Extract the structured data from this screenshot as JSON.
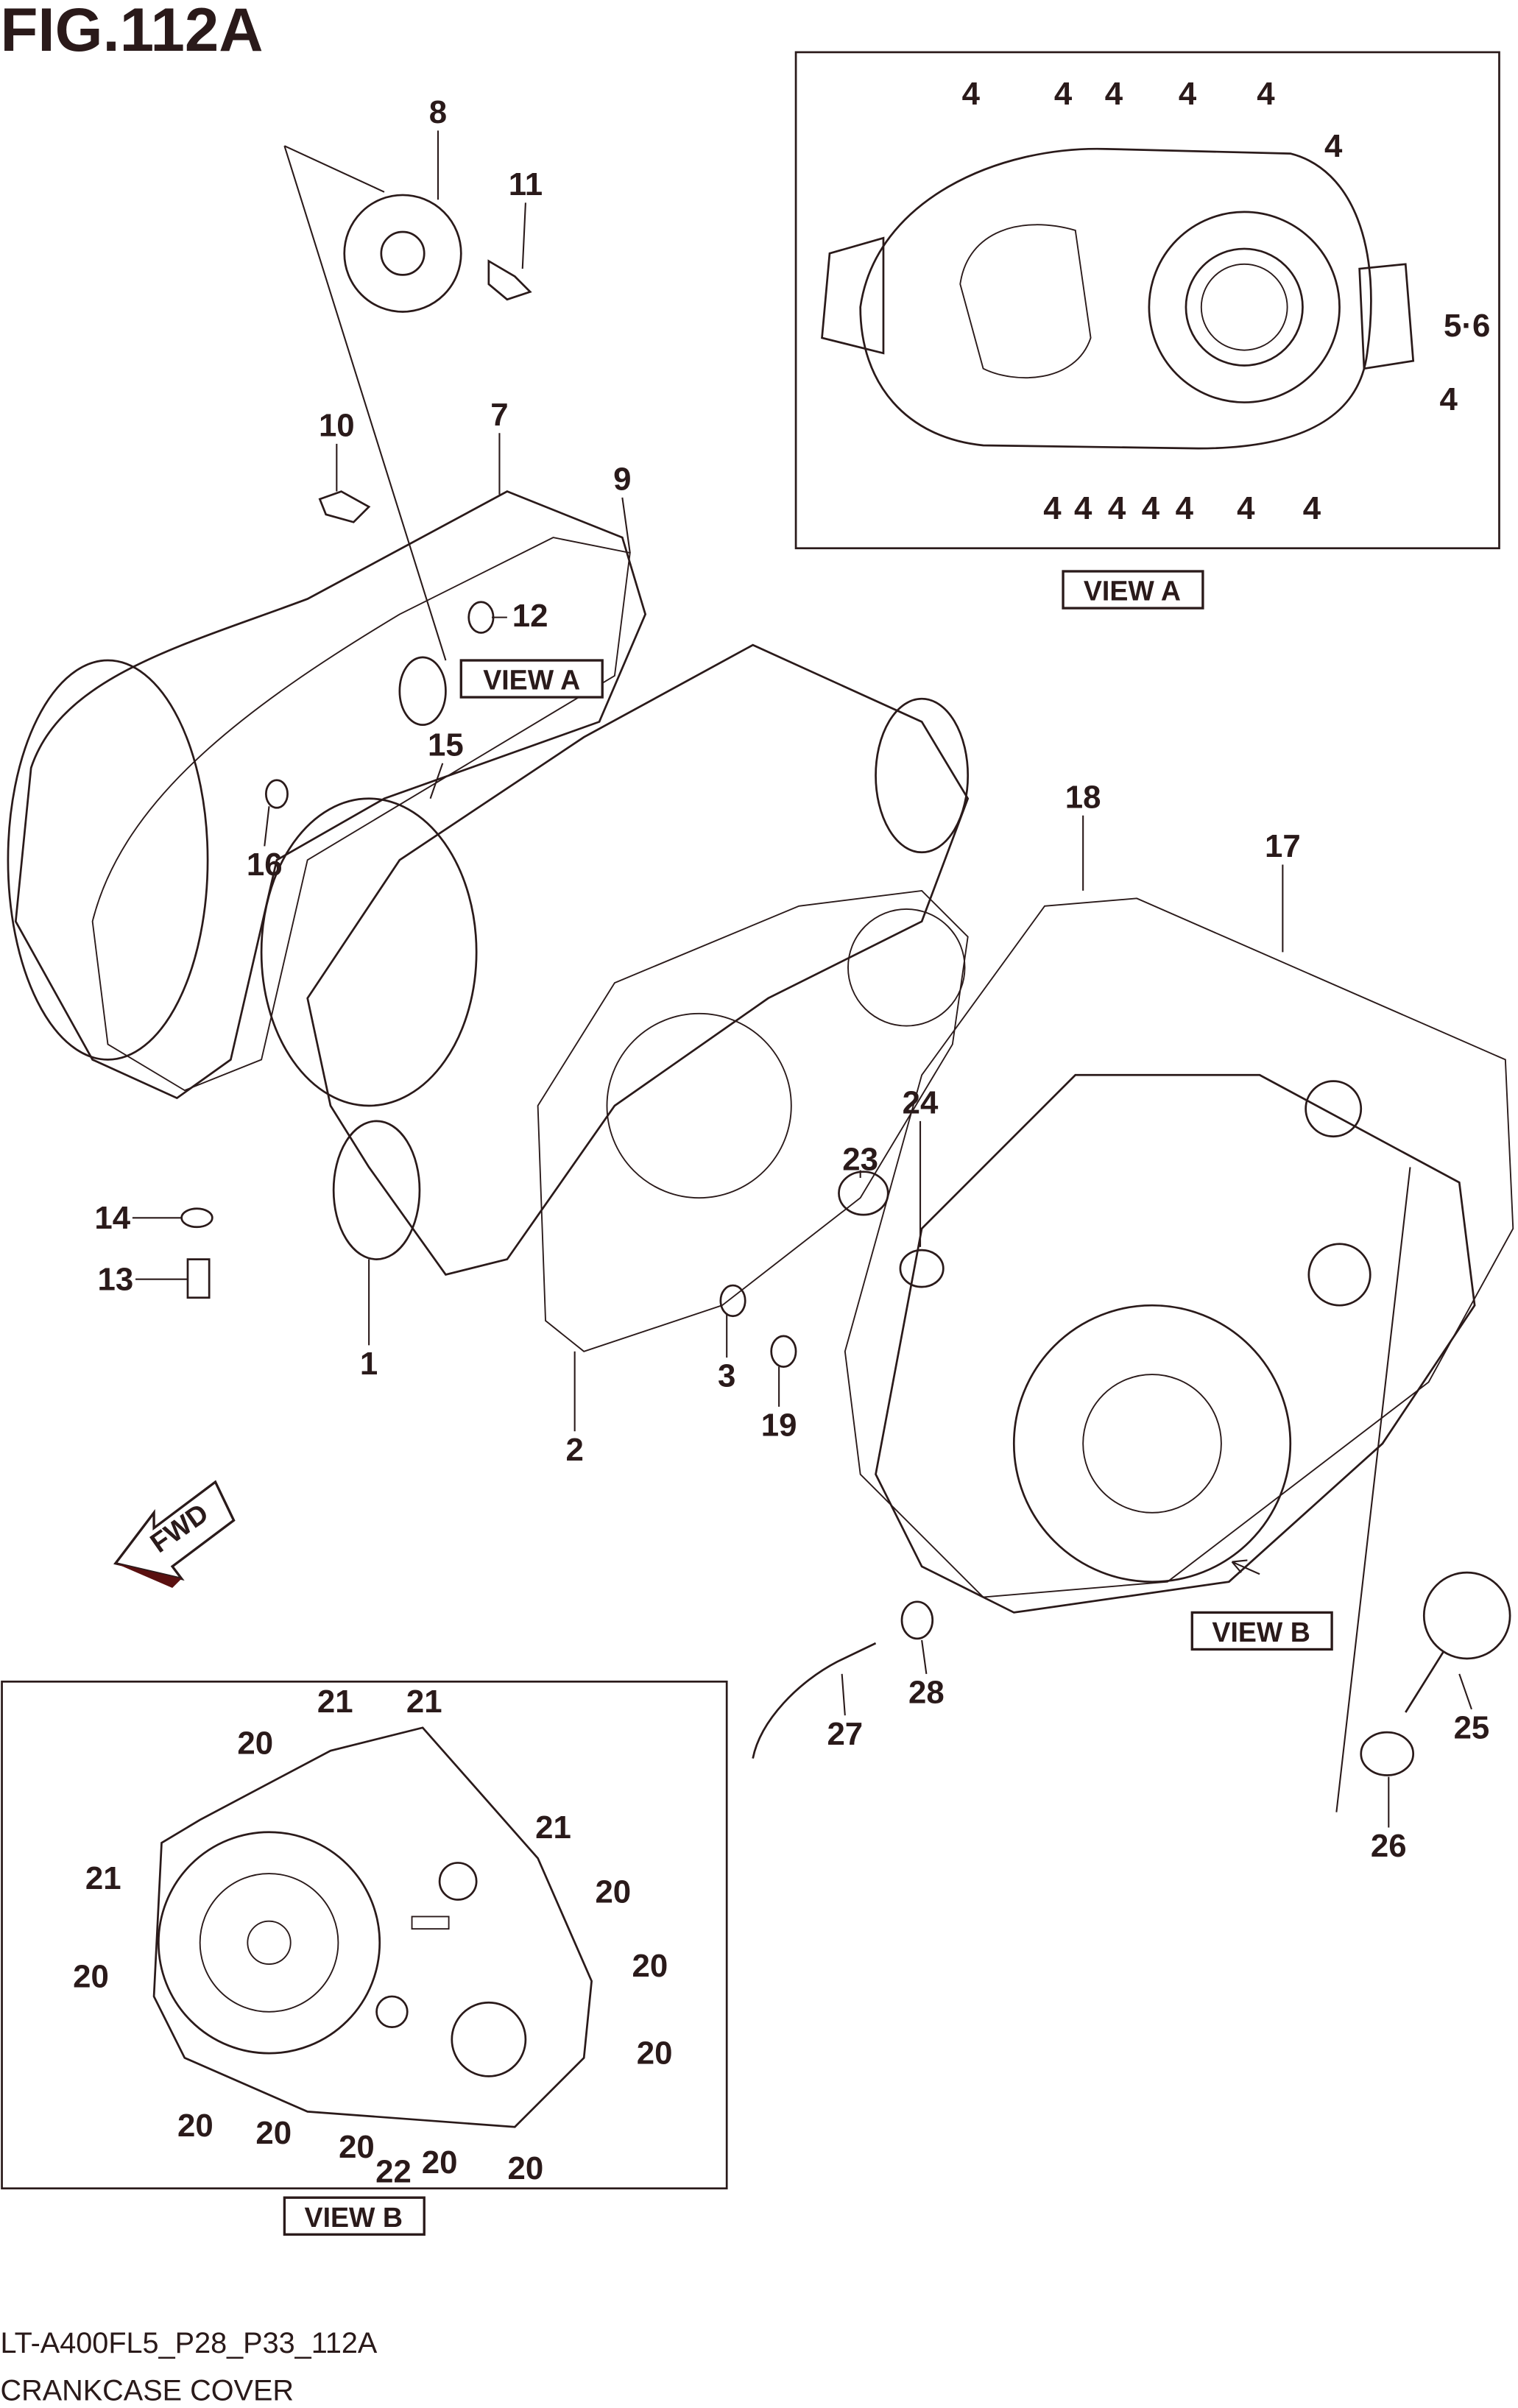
{
  "figure": {
    "title": "FIG.112A",
    "code": "LT-A400FL5_P28_P33_112A",
    "caption": "CRANKCASE COVER"
  },
  "view_labels": {
    "view_a_main": "VIEW A",
    "view_a_panel": "VIEW A",
    "view_b_main": "VIEW B",
    "view_b_panel": "VIEW B",
    "fwd": "FWD"
  },
  "callouts_main": [
    "8",
    "11",
    "10",
    "7",
    "9",
    "12",
    "15",
    "16",
    "14",
    "13",
    "1",
    "2",
    "3",
    "19",
    "18",
    "17",
    "24",
    "23",
    "28",
    "27",
    "25",
    "26"
  ],
  "callouts_view_a": [
    "4",
    "4",
    "4",
    "4",
    "4",
    "4",
    "5·6",
    "4",
    "4",
    "4",
    "4",
    "4",
    "4",
    "4",
    "4"
  ],
  "callouts_view_b": [
    "21",
    "21",
    "20",
    "21",
    "21",
    "20",
    "20",
    "20",
    "20",
    "20",
    "20",
    "20",
    "22",
    "20",
    "20"
  ]
}
